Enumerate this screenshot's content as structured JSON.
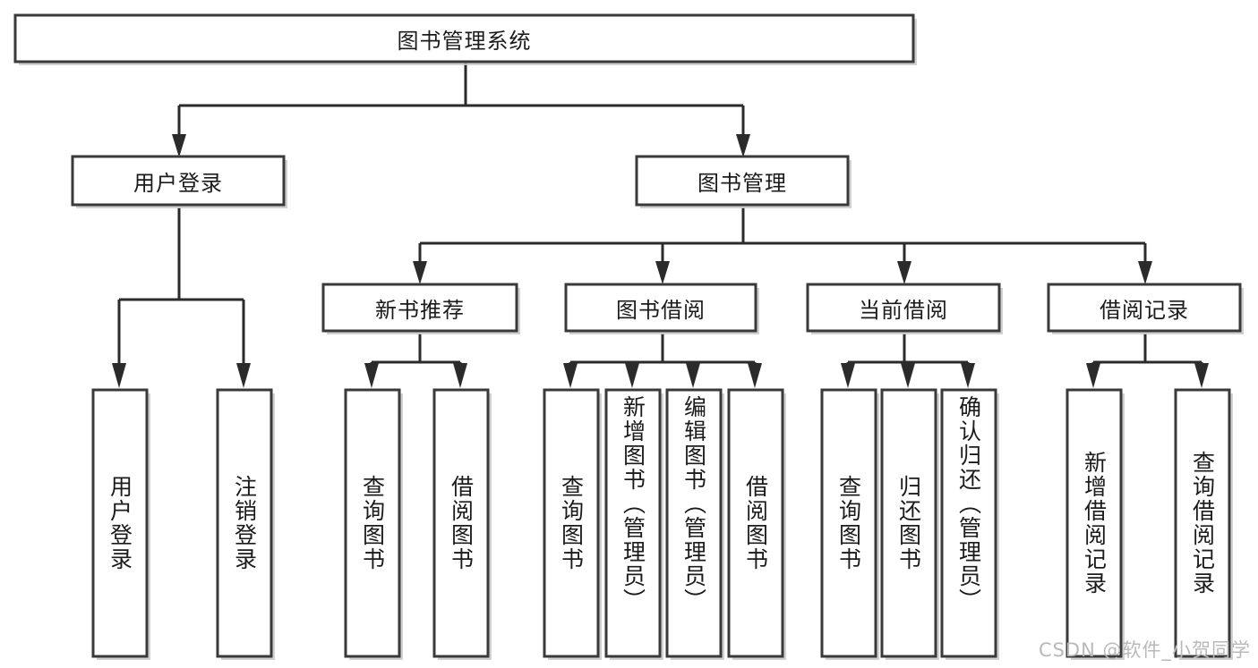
{
  "diagram": {
    "type": "tree",
    "title": "图书管理系统",
    "watermark": "CSDN @软件_小贺同学",
    "colors": {
      "box_fill": "#ffffff",
      "box_stroke": "#3a3a3a",
      "connector": "#2b2b2b",
      "text": "#1b1b1b",
      "watermark": "#b9b9b9",
      "background": "#ffffff"
    },
    "root": {
      "label": "图书管理系统"
    },
    "level2": [
      {
        "label": "用户登录"
      },
      {
        "label": "图书管理"
      }
    ],
    "level3": [
      {
        "label": "新书推荐"
      },
      {
        "label": "图书借阅"
      },
      {
        "label": "当前借阅"
      },
      {
        "label": "借阅记录"
      }
    ],
    "leaves": {
      "user_login": [
        {
          "label": "用户登录"
        },
        {
          "label": "注销登录"
        }
      ],
      "new_book_recommend": [
        {
          "label": "查询图书"
        },
        {
          "label": "借阅图书"
        }
      ],
      "book_borrow": [
        {
          "label": "查询图书"
        },
        {
          "label": "新增图书（管理员）"
        },
        {
          "label": "编辑图书（管理员）"
        },
        {
          "label": "借阅图书"
        }
      ],
      "current_borrow": [
        {
          "label": "查询图书"
        },
        {
          "label": "归还图书"
        },
        {
          "label": "确认归还（管理员）"
        }
      ],
      "borrow_records": [
        {
          "label": "新增借阅记录"
        },
        {
          "label": "查询借阅记录"
        }
      ]
    }
  }
}
